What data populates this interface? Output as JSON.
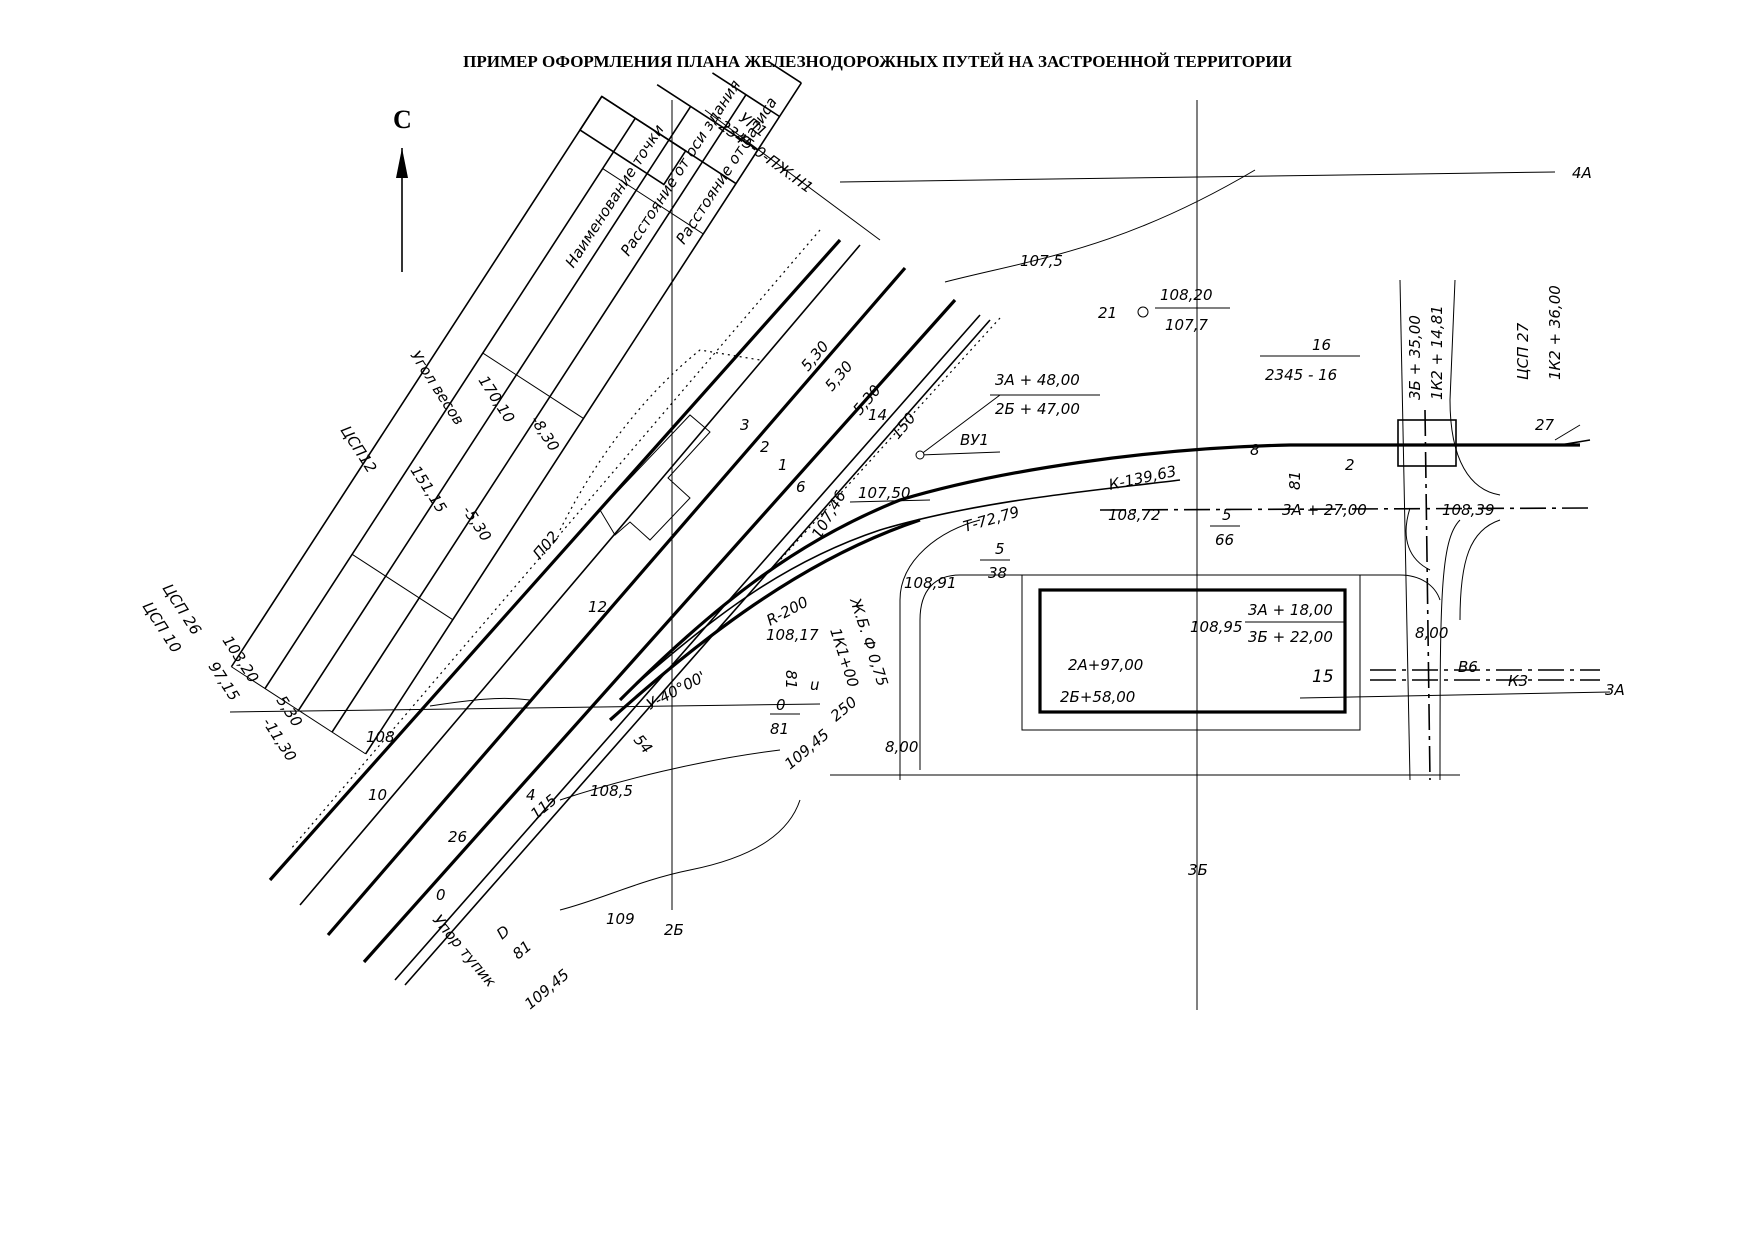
{
  "title": "ПРИМЕР ОФОРМЛЕНИЯ ПЛАНА ЖЕЛЕЗНОДОРОЖНЫХ ПУТЕЙ НА ЗАСТРОЕННОЙ ТЕРРИТОРИИ",
  "north_label": "С",
  "table": {
    "headers": [
      "Наименование точки",
      "Расстояние от оси здания",
      "Расстояние от базиса"
    ],
    "row_header": [
      "Угол весов",
      "170,10",
      "-8,30"
    ],
    "row_mid": [
      "ЦСП12",
      "151,15",
      "-5,30"
    ],
    "row_bottom_a": "ЦСП 26",
    "row_bottom_b": "ЦСП 10",
    "row_bottom_c": "103,20",
    "row_bottom_d": "97,15",
    "row_bottom_e": "5,30",
    "row_bottom_f": "-11,30"
  },
  "labels": {
    "up1": "УП1",
    "up1_code": "2345-0-ПЖ.Н1",
    "l_4a": "4А",
    "h_107_5": "107,5",
    "pt21": "21",
    "h_108_20": "108,20",
    "h_107_7": "107,7",
    "b16": "16",
    "b2345_16": "2345 - 16",
    "v35_35": "3Б + 35,00",
    "v1k2_14": "1К2 + 14,81",
    "csp27": "ЦСП 27",
    "k2_36": "1К2 + 36,00",
    "l27": "27",
    "d_5_30a": "5,30",
    "d_5_30b": "5,30",
    "d_5_30c": "5,30",
    "tr3": "3",
    "tr2": "2",
    "tr1": "1",
    "tr6": "6",
    "tr14": "14",
    "dist150": "150",
    "st3a48": "3А + 48,00",
    "st2b47": "2Б + 47,00",
    "vu1": "ВУ1",
    "l8": "8",
    "l2": "2",
    "l81a": "81",
    "h_10746": "107,46",
    "h_10750": "107,50",
    "k139": "К-139,63",
    "t72": "Т-72,79",
    "h_108_72": "108,72",
    "f5": "5",
    "f66": "66",
    "st3a27": "3А + 27,00",
    "h_108_39": "108,39",
    "f5b": "5",
    "f38": "38",
    "h_108_91": "108,91",
    "r200": "R-200",
    "h_108_17": "108,17",
    "zhb": "Ж.Б. Ф 0,75",
    "k1": "1К1+00",
    "h_108_95": "108,95",
    "st3a18": "3А + 18,00",
    "st3b22": "3Б + 22,00",
    "st2a97": "2А+97,00",
    "st2b58": "2Б+58,00",
    "bldg15": "15",
    "w8_00a": "8,00",
    "b6": "В6",
    "k3": "К3",
    "l3a": "3А",
    "u40": "У-40°00'",
    "p02": "П02",
    "l12": "12",
    "l81b": "81",
    "l_u": "u",
    "l0": "0",
    "l81c": "81",
    "l250": "250",
    "h_109_45a": "109,45",
    "w8_00b": "8,00",
    "l54": "54",
    "l108": "108",
    "l10": "10",
    "l4": "4",
    "l115": "115",
    "h_108_5": "108,5",
    "l26": "26",
    "l0b": "0",
    "l_D": "D",
    "l81d": "81",
    "tupik": "Упор тупик",
    "h_109_45b": "109,45",
    "h_109": "109",
    "l2b": "2Б",
    "l3b": "3Б"
  }
}
